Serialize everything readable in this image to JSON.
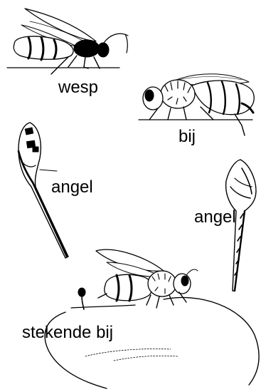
{
  "labels": {
    "wasp": "wesp",
    "bee": "bij",
    "sting_left": "angel",
    "sting_right": "angel",
    "stinging_bee": "stekende bij"
  },
  "colors": {
    "ink": "#000000",
    "paper": "#ffffff"
  }
}
